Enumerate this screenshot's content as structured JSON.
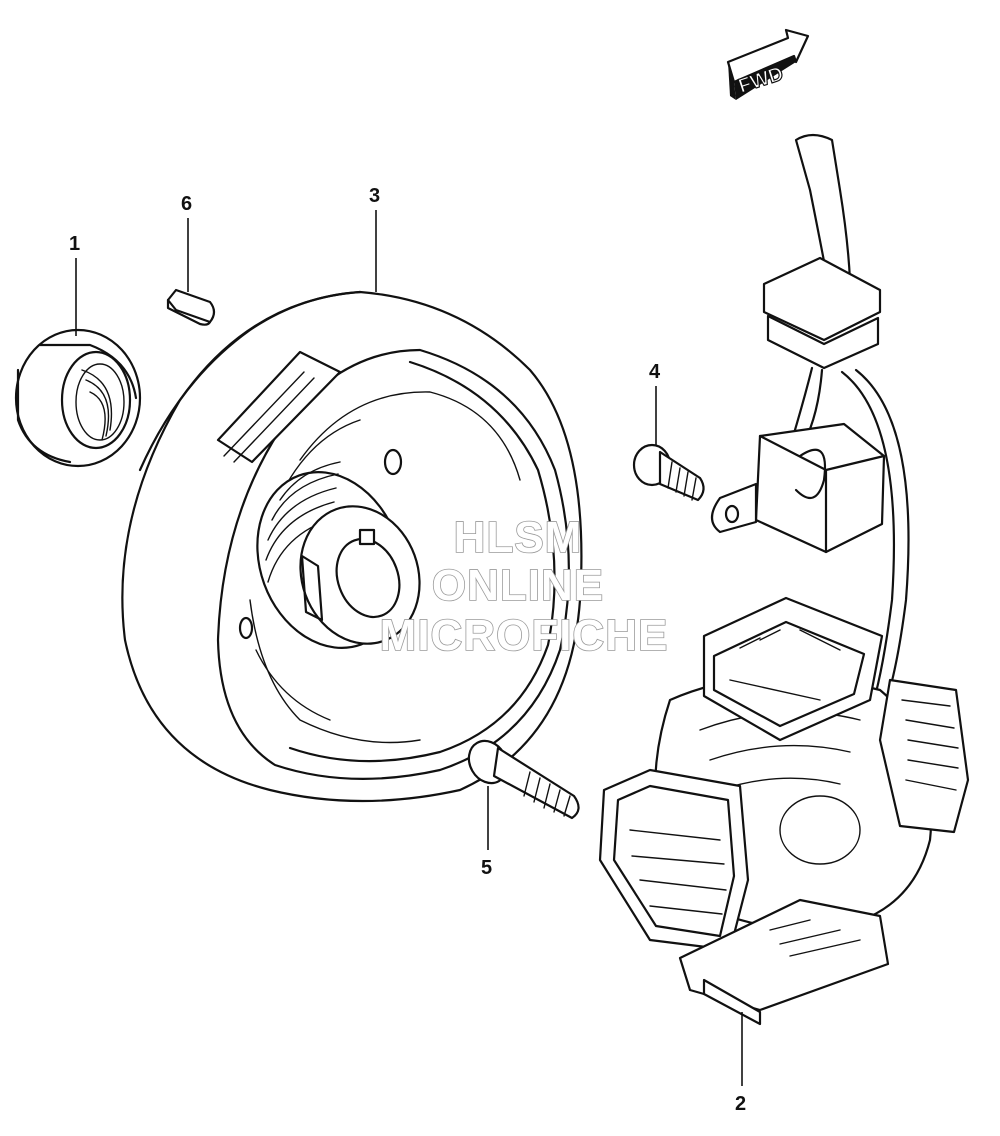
{
  "callouts": {
    "c1": "1",
    "c2": "2",
    "c3": "3",
    "c4": "4",
    "c5": "5",
    "c6": "6"
  },
  "direction_badge": "FWD",
  "watermark": {
    "line1": "HLSM",
    "line2": "ONLINE",
    "line3": "MICROFICHE"
  }
}
